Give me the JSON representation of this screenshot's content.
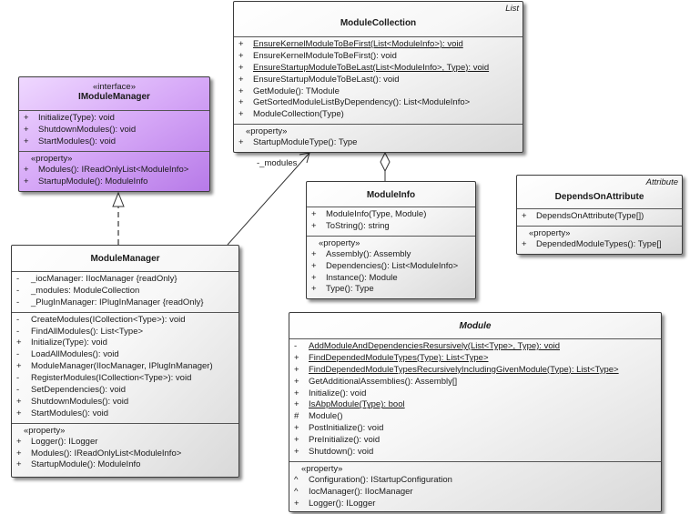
{
  "classes": {
    "module_collection": {
      "name": "ModuleCollection",
      "tag": "List",
      "ops": [
        {
          "vis": "+",
          "text": "EnsureKernelModuleToBeFirst(List<ModuleInfo>): void",
          "static": true
        },
        {
          "vis": "+",
          "text": "EnsureKernelModuleToBeFirst(): void",
          "static": false
        },
        {
          "vis": "+",
          "text": "EnsureStartupModuleToBeLast(List<ModuleInfo>, Type): void",
          "static": true
        },
        {
          "vis": "+",
          "text": "EnsureStartupModuleToBeLast(): void",
          "static": false
        },
        {
          "vis": "+",
          "text": "GetModule(): TModule",
          "static": false
        },
        {
          "vis": "+",
          "text": "GetSortedModuleListByDependency(): List<ModuleInfo>",
          "static": false
        },
        {
          "vis": "+",
          "text": "ModuleCollection(Type)",
          "static": false
        }
      ],
      "property_label": "«property»",
      "props": [
        {
          "vis": "+",
          "text": "StartupModuleType(): Type",
          "static": false
        }
      ]
    },
    "imodule_manager": {
      "stereotype": "«interface»",
      "name": "IModuleManager",
      "ops": [
        {
          "vis": "+",
          "text": "Initialize(Type): void",
          "static": false
        },
        {
          "vis": "+",
          "text": "ShutdownModules(): void",
          "static": false
        },
        {
          "vis": "+",
          "text": "StartModules(): void",
          "static": false
        }
      ],
      "property_label": "«property»",
      "props": [
        {
          "vis": "+",
          "text": "Modules(): IReadOnlyList<ModuleInfo>",
          "static": false
        },
        {
          "vis": "+",
          "text": "StartupModule(): ModuleInfo",
          "static": false
        }
      ]
    },
    "module_info": {
      "name": "ModuleInfo",
      "ops": [
        {
          "vis": "+",
          "text": "ModuleInfo(Type, Module)",
          "static": false
        },
        {
          "vis": "+",
          "text": "ToString(): string",
          "static": false
        }
      ],
      "property_label": "«property»",
      "props": [
        {
          "vis": "+",
          "text": "Assembly(): Assembly",
          "static": false
        },
        {
          "vis": "+",
          "text": "Dependencies(): List<ModuleInfo>",
          "static": false
        },
        {
          "vis": "+",
          "text": "Instance(): Module",
          "static": false
        },
        {
          "vis": "+",
          "text": "Type(): Type",
          "static": false
        }
      ]
    },
    "depends_on_attribute": {
      "name": "DependsOnAttribute",
      "tag": "Attribute",
      "ops": [
        {
          "vis": "+",
          "text": "DependsOnAttribute(Type[])",
          "static": false
        }
      ],
      "property_label": "«property»",
      "props": [
        {
          "vis": "+",
          "text": "DependedModuleTypes(): Type[]",
          "static": false
        }
      ]
    },
    "module_manager": {
      "name": "ModuleManager",
      "attrs": [
        {
          "vis": "-",
          "text": "_iocManager: IIocManager {readOnly}",
          "static": false
        },
        {
          "vis": "-",
          "text": "_modules: ModuleCollection",
          "static": false
        },
        {
          "vis": "-",
          "text": "_PlugInManager: IPlugInManager {readOnly}",
          "static": false
        }
      ],
      "ops": [
        {
          "vis": "-",
          "text": "CreateModules(ICollection<Type>): void",
          "static": false
        },
        {
          "vis": "-",
          "text": "FindAllModules(): List<Type>",
          "static": false
        },
        {
          "vis": "+",
          "text": "Initialize(Type): void",
          "static": false
        },
        {
          "vis": "-",
          "text": "LoadAllModules(): void",
          "static": false
        },
        {
          "vis": "+",
          "text": "ModuleManager(IIocManager, IPlugInManager)",
          "static": false
        },
        {
          "vis": "-",
          "text": "RegisterModules(ICollection<Type>): void",
          "static": false
        },
        {
          "vis": "-",
          "text": "SetDependencies(): void",
          "static": false
        },
        {
          "vis": "+",
          "text": "ShutdownModules(): void",
          "static": false
        },
        {
          "vis": "+",
          "text": "StartModules(): void",
          "static": false
        }
      ],
      "property_label": "«property»",
      "props": [
        {
          "vis": "+",
          "text": "Logger(): ILogger",
          "static": false
        },
        {
          "vis": "+",
          "text": "Modules(): IReadOnlyList<ModuleInfo>",
          "static": false
        },
        {
          "vis": "+",
          "text": "StartupModule(): ModuleInfo",
          "static": false
        }
      ]
    },
    "module": {
      "name": "Module",
      "ops": [
        {
          "vis": "-",
          "text": "AddModuleAndDependenciesResursively(List<Type>, Type): void",
          "static": true
        },
        {
          "vis": "+",
          "text": "FindDependedModuleTypes(Type): List<Type>",
          "static": true
        },
        {
          "vis": "+",
          "text": "FindDependedModuleTypesRecursivelyIncludingGivenModule(Type): List<Type>",
          "static": true
        },
        {
          "vis": "+",
          "text": "GetAdditionalAssemblies(): Assembly[]",
          "static": false
        },
        {
          "vis": "+",
          "text": "Initialize(): void",
          "static": false
        },
        {
          "vis": "+",
          "text": "IsAbpModule(Type): bool",
          "static": true
        },
        {
          "vis": "#",
          "text": "Module()",
          "static": false
        },
        {
          "vis": "+",
          "text": "PostInitialize(): void",
          "static": false
        },
        {
          "vis": "+",
          "text": "PreInitialize(): void",
          "static": false
        },
        {
          "vis": "+",
          "text": "Shutdown(): void",
          "static": false
        }
      ],
      "property_label": "«property»",
      "props": [
        {
          "vis": "^",
          "text": "Configuration(): IStartupConfiguration",
          "static": false
        },
        {
          "vis": "^",
          "text": "IocManager(): IIocManager",
          "static": false
        },
        {
          "vis": "+",
          "text": "Logger(): ILogger",
          "static": false
        }
      ]
    }
  },
  "association_label": "-_modules",
  "colors": {
    "interface_fill": "#d6a8f7",
    "class_fill": "#f2f2f2",
    "line": "#333333"
  }
}
